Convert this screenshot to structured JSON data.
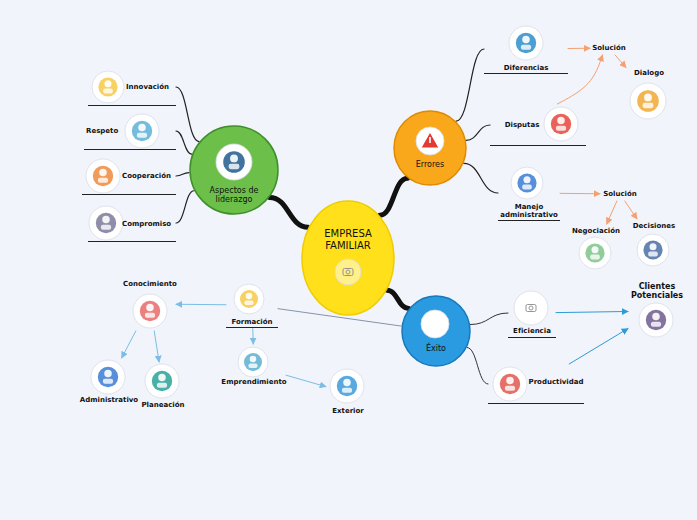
{
  "diagram": {
    "nodes": [
      {
        "text": [
          "EMPRESA FAMILIAR"
        ]
      },
      {
        "text": [
          "Aspectos de liderazgo"
        ]
      },
      {
        "text": [
          "Errores"
        ]
      },
      {
        "text": [
          "Éxito"
        ]
      },
      {
        "text": [
          "Innovación"
        ]
      },
      {
        "text": [
          "Respeto"
        ]
      },
      {
        "text": [
          "Cooperación"
        ]
      },
      {
        "text": [
          "Compromiso"
        ]
      },
      {
        "text": [
          "Diferencias"
        ]
      },
      {
        "text": [
          "Disputas"
        ]
      },
      {
        "text": [
          "Manejo administrativo"
        ]
      },
      {
        "text": [
          "Solución"
        ]
      },
      {
        "text": [
          "Dialogo"
        ]
      },
      {
        "text": [
          "Solución"
        ]
      },
      {
        "text": [
          "Negociación"
        ]
      },
      {
        "text": [
          "Decisiones"
        ]
      },
      {
        "text": [
          "Eficiencia"
        ]
      },
      {
        "text": [
          "Productividad"
        ]
      },
      {
        "text": [
          "Clientes Potenciales"
        ]
      },
      {
        "text": [
          "Formación"
        ]
      },
      {
        "text": [
          "Conocimiento"
        ]
      },
      {
        "text": [
          "Administrativo"
        ]
      },
      {
        "text": [
          "Planeación"
        ]
      },
      {
        "text": [
          "Emprendimiento"
        ]
      },
      {
        "text": [
          "Exterior"
        ]
      }
    ],
    "edges": [
      {
        "from": 0,
        "to": 1,
        "arrow": "none"
      },
      {
        "from": 0,
        "to": 2,
        "arrow": "none"
      },
      {
        "from": 0,
        "to": 3,
        "arrow": "none"
      },
      {
        "from": 1,
        "to": 4,
        "arrow": "none"
      },
      {
        "from": 1,
        "to": 5,
        "arrow": "none"
      },
      {
        "from": 1,
        "to": 6,
        "arrow": "none"
      },
      {
        "from": 1,
        "to": 7,
        "arrow": "none"
      },
      {
        "from": 2,
        "to": 8,
        "arrow": "none"
      },
      {
        "from": 2,
        "to": 9,
        "arrow": "none"
      },
      {
        "from": 2,
        "to": 10,
        "arrow": "none"
      },
      {
        "from": 8,
        "to": 11,
        "arrow": "to"
      },
      {
        "from": 9,
        "to": 11,
        "arrow": "to"
      },
      {
        "from": 11,
        "to": 12,
        "arrow": "to"
      },
      {
        "from": 10,
        "to": 13,
        "arrow": "to"
      },
      {
        "from": 13,
        "to": 14,
        "arrow": "to"
      },
      {
        "from": 13,
        "to": 15,
        "arrow": "to"
      },
      {
        "from": 3,
        "to": 16,
        "arrow": "none"
      },
      {
        "from": 3,
        "to": 17,
        "arrow": "none"
      },
      {
        "from": 16,
        "to": 18,
        "arrow": "to"
      },
      {
        "from": 17,
        "to": 18,
        "arrow": "to"
      },
      {
        "from": 3,
        "to": 19,
        "arrow": "none"
      },
      {
        "from": 19,
        "to": 20,
        "arrow": "to"
      },
      {
        "from": 19,
        "to": 23,
        "arrow": "to"
      },
      {
        "from": 20,
        "to": 21,
        "arrow": "to"
      },
      {
        "from": 20,
        "to": 22,
        "arrow": "to"
      },
      {
        "from": 23,
        "to": 24,
        "arrow": "to"
      }
    ]
  }
}
